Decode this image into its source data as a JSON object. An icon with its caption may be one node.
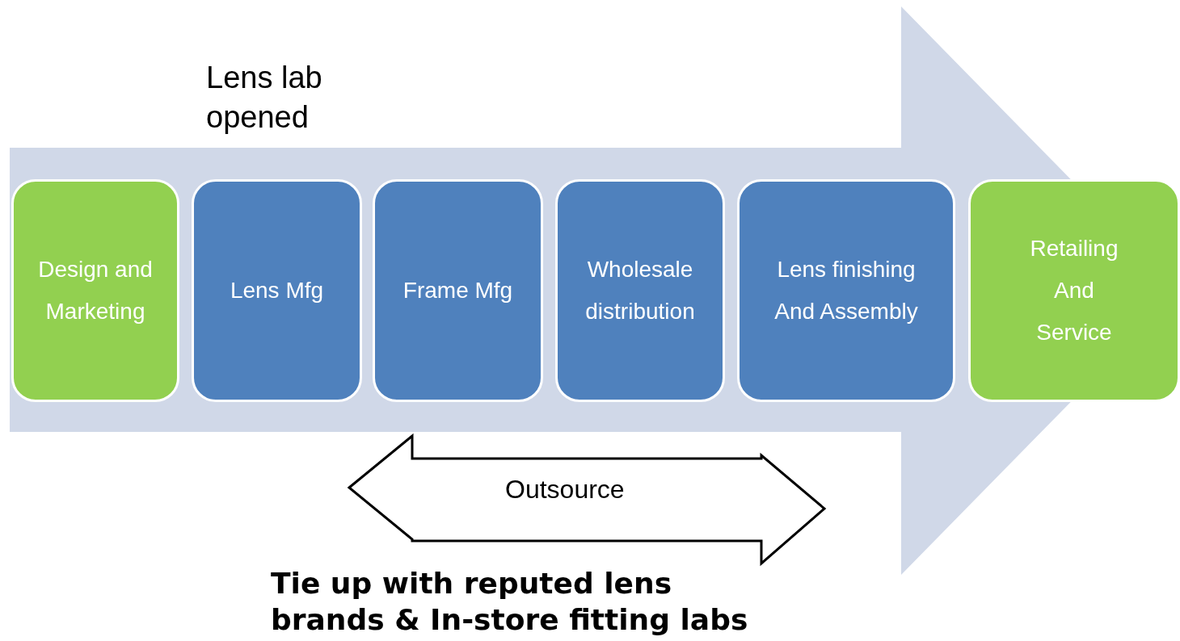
{
  "diagram": {
    "nodes": [
      {
        "text": [
          "Design and Marketing"
        ]
      },
      {
        "text": [
          "Lens Mfg"
        ]
      },
      {
        "text": [
          "Frame Mfg"
        ]
      },
      {
        "text": [
          "Wholesale distribution"
        ]
      },
      {
        "text": [
          "Lens finishing And Assembly"
        ]
      },
      {
        "text": [
          "Retailing And Service"
        ]
      },
      {
        "text": [
          "Outsource"
        ],
        "beside": [
          "Tie up with reputed lens brands & In-store fitting labs"
        ]
      }
    ],
    "edges": [
      {
        "from": 0,
        "to": 5,
        "arrow": "to"
      }
    ],
    "labels": [
      "Lens lab opened"
    ]
  }
}
